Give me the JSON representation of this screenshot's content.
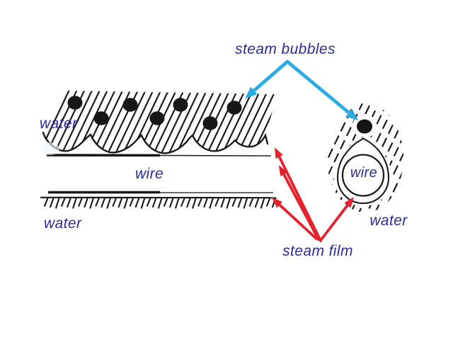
{
  "labels": {
    "steam_bubbles": "steam bubbles",
    "steam_film": "steam film",
    "water_upper_left": "water",
    "water_lower_left": "water",
    "water_right": "water",
    "wire_flat": "wire",
    "wire_round": "wire"
  },
  "colors": {
    "label_text": "#2b2ba4",
    "steam_bubbles_arrow": "#2aabe4",
    "steam_film_arrow": "#e6212e",
    "ink": "#1b1b1b",
    "background": "#ffffff"
  },
  "figure": {
    "left_steam_bubble_count": 7,
    "right_steam_bubble_count": 1
  }
}
